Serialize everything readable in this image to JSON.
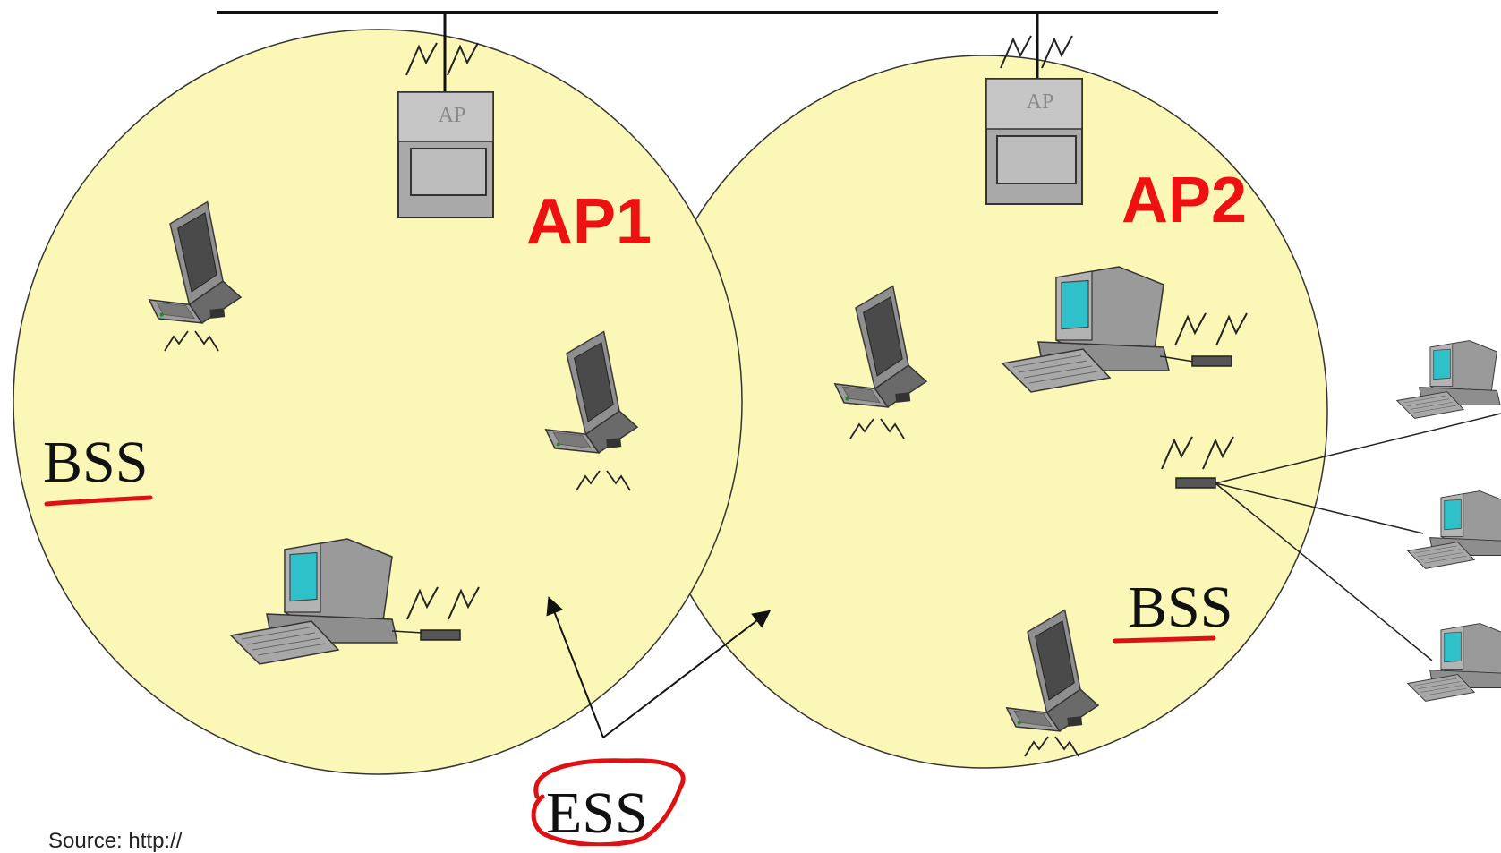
{
  "labels": {
    "ap1": "AP1",
    "ap2": "AP2",
    "bss_left": "BSS",
    "bss_right": "BSS",
    "ess": "ESS",
    "ap_box": "AP",
    "source": "Source: http://"
  },
  "colors": {
    "cell_fill": "#fbf7b6",
    "cell_stroke": "#333333",
    "ap_title": "#ee1111",
    "underline": "#dd1111",
    "device_body": "#a9a9a9",
    "screen": "#2fc1c9",
    "wire": "#111111"
  },
  "icons": {
    "access_point": "access-point-icon",
    "laptop": "laptop-icon",
    "desktop": "desktop-computer-icon",
    "wireless_adapter": "wireless-adapter-icon",
    "radio_waves": "radio-waves-icon"
  }
}
